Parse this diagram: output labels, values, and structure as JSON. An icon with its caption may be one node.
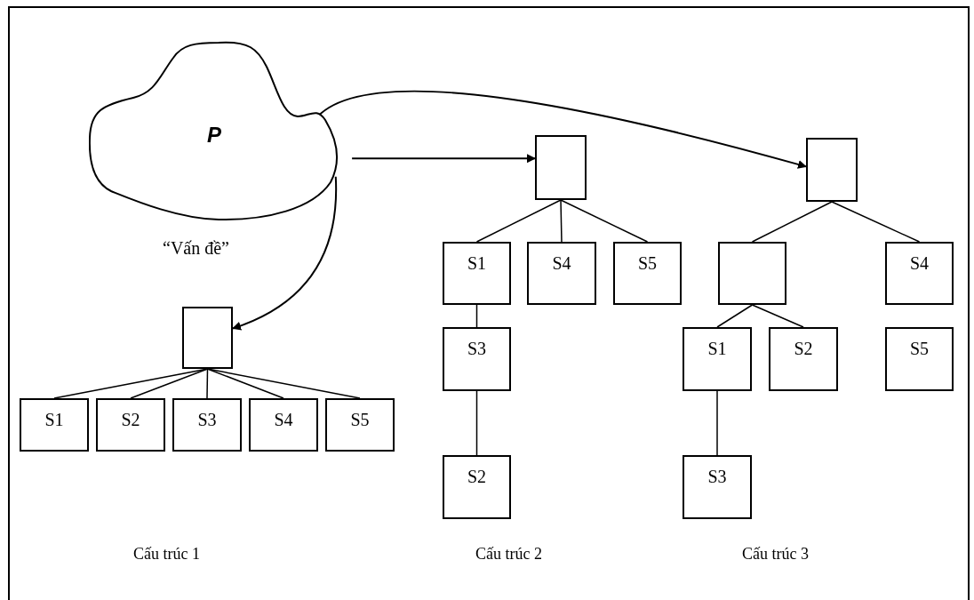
{
  "diagram": {
    "nodes": [
      {
        "text": [
          "P"
        ],
        "beside": [
          "“Vấn đề”"
        ]
      },
      {
        "text": [],
        "shape": "box"
      },
      {
        "text": [
          "S1"
        ]
      },
      {
        "text": [
          "S2"
        ]
      },
      {
        "text": [
          "S3"
        ]
      },
      {
        "text": [
          "S4"
        ]
      },
      {
        "text": [
          "S5"
        ]
      },
      {
        "text": [],
        "shape": "box"
      },
      {
        "text": [
          "S1"
        ]
      },
      {
        "text": [
          "S4"
        ]
      },
      {
        "text": [
          "S5"
        ]
      },
      {
        "text": [
          "S3"
        ]
      },
      {
        "text": [
          "S2"
        ]
      },
      {
        "text": [],
        "shape": "box"
      },
      {
        "text": [],
        "shape": "box"
      },
      {
        "text": [
          "S4"
        ]
      },
      {
        "text": [
          "S1"
        ]
      },
      {
        "text": [
          "S2"
        ]
      },
      {
        "text": [
          "S5"
        ]
      },
      {
        "text": [
          "S3"
        ]
      }
    ],
    "edges": [
      {
        "from": 0,
        "to": 1,
        "arrow": "to"
      },
      {
        "from": 0,
        "to": 7,
        "arrow": "to"
      },
      {
        "from": 0,
        "to": 13,
        "arrow": "to"
      },
      {
        "from": 1,
        "to": 2,
        "arrow": "none"
      },
      {
        "from": 1,
        "to": 3,
        "arrow": "none"
      },
      {
        "from": 1,
        "to": 4,
        "arrow": "none"
      },
      {
        "from": 1,
        "to": 5,
        "arrow": "none"
      },
      {
        "from": 1,
        "to": 6,
        "arrow": "none"
      },
      {
        "from": 7,
        "to": 8,
        "arrow": "none"
      },
      {
        "from": 7,
        "to": 9,
        "arrow": "none"
      },
      {
        "from": 7,
        "to": 10,
        "arrow": "none"
      },
      {
        "from": 8,
        "to": 11,
        "arrow": "none"
      },
      {
        "from": 11,
        "to": 12,
        "arrow": "none"
      },
      {
        "from": 13,
        "to": 14,
        "arrow": "none"
      },
      {
        "from": 13,
        "to": 15,
        "arrow": "none"
      },
      {
        "from": 14,
        "to": 16,
        "arrow": "none"
      },
      {
        "from": 14,
        "to": 17,
        "arrow": "none"
      },
      {
        "from": 16,
        "to": 19,
        "arrow": "none"
      }
    ],
    "labels": [
      "Cấu trúc 1",
      "Cấu trúc 2",
      "Cấu trúc 3"
    ]
  }
}
